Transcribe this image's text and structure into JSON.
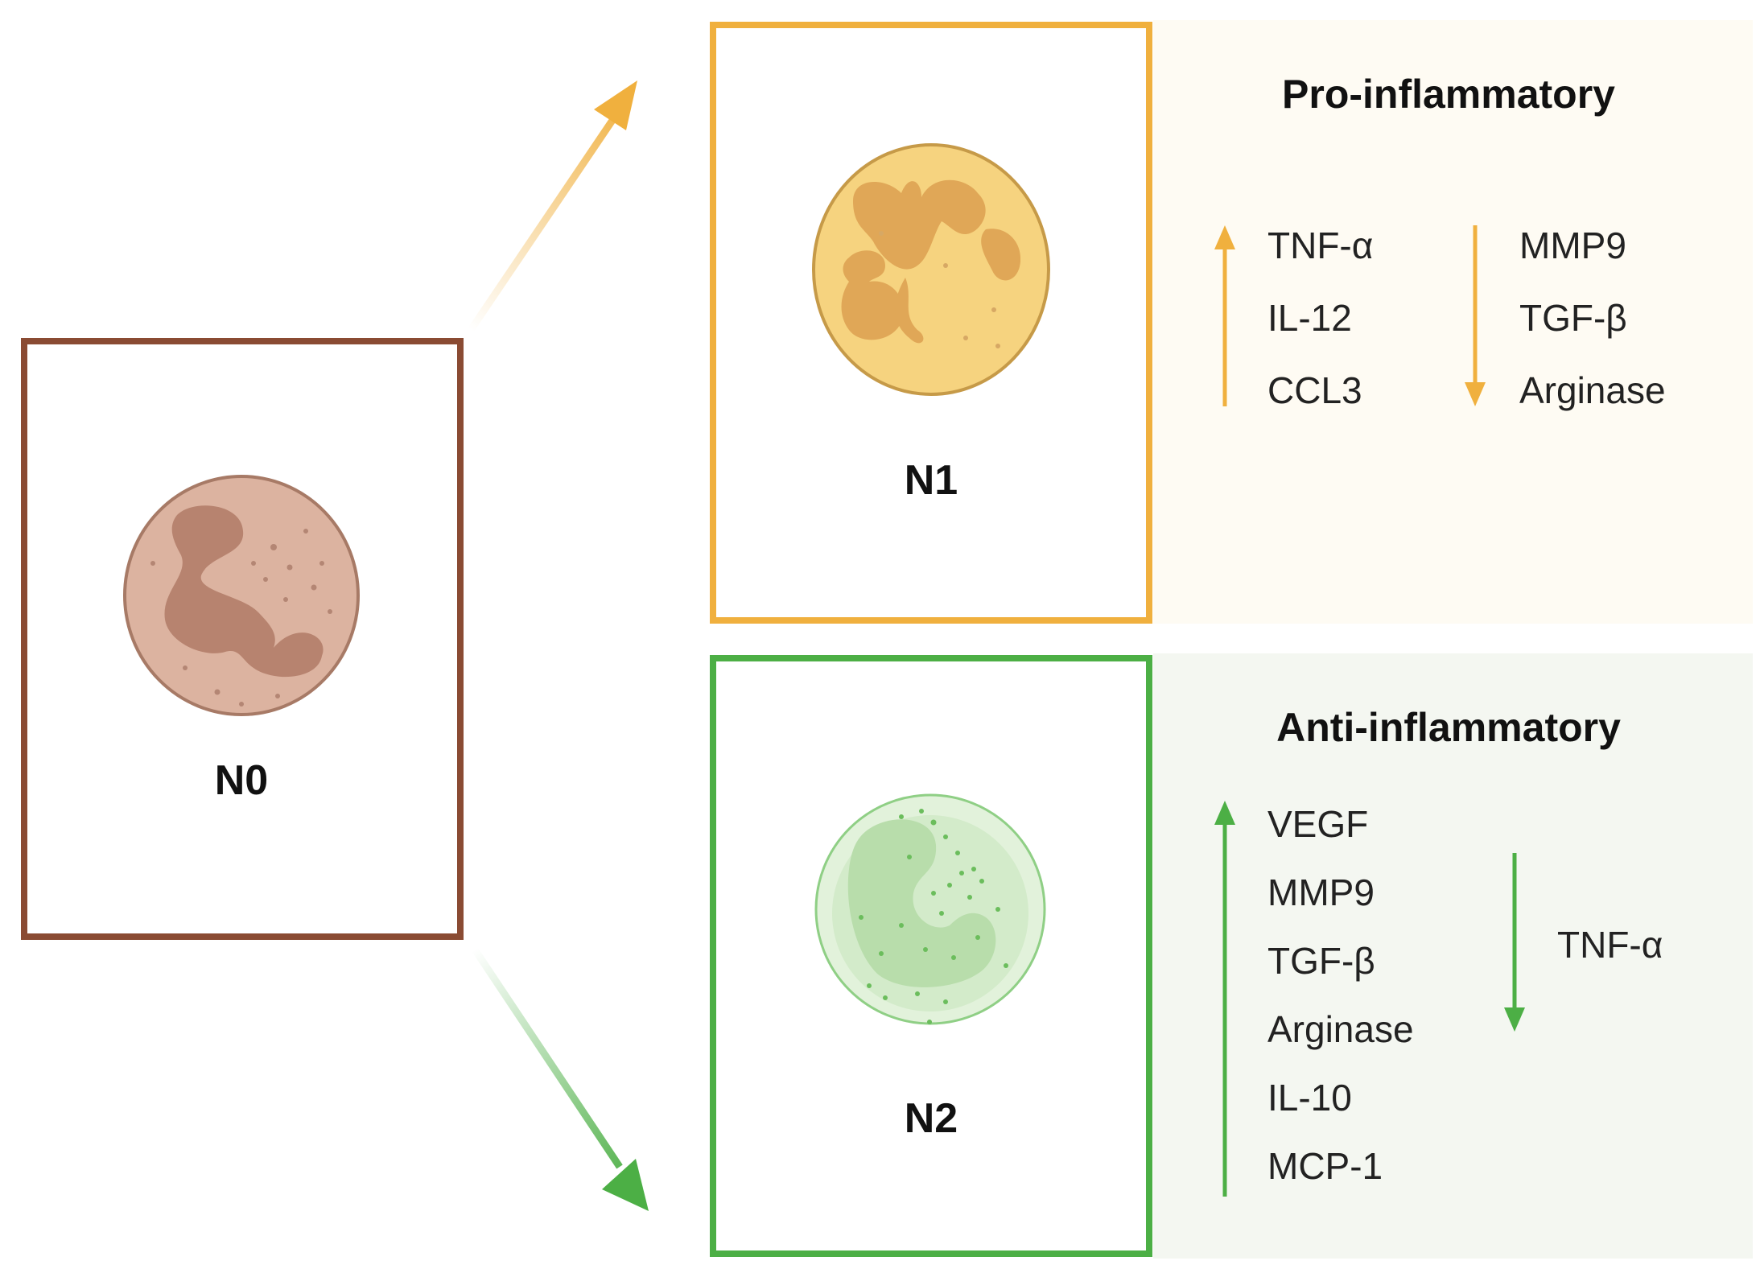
{
  "cells": {
    "n0": {
      "label": "N0"
    },
    "n1": {
      "label": "N1"
    },
    "n2": {
      "label": "N2"
    }
  },
  "n1_panel": {
    "heading": "Pro-inflammatory",
    "up": [
      "TNF-α",
      "IL-12",
      "CCL3"
    ],
    "down": [
      "MMP9",
      "TGF-β",
      "Arginase"
    ]
  },
  "n2_panel": {
    "heading": "Anti-inflammatory",
    "up": [
      "VEGF",
      "MMP9",
      "TGF-β",
      "Arginase",
      "IL-10",
      "MCP-1"
    ],
    "down": [
      "TNF-α"
    ]
  },
  "colors": {
    "n0": "#8a4b33",
    "n1": "#f0b03e",
    "n2": "#4caf45",
    "n1_panel_bg": "#fefbf3",
    "n2_panel_bg": "#f4f7f1"
  },
  "icons": {
    "up_arrow": "arrow-up-icon",
    "down_arrow": "arrow-down-icon",
    "transition_arrow": "transition-arrow-icon"
  }
}
